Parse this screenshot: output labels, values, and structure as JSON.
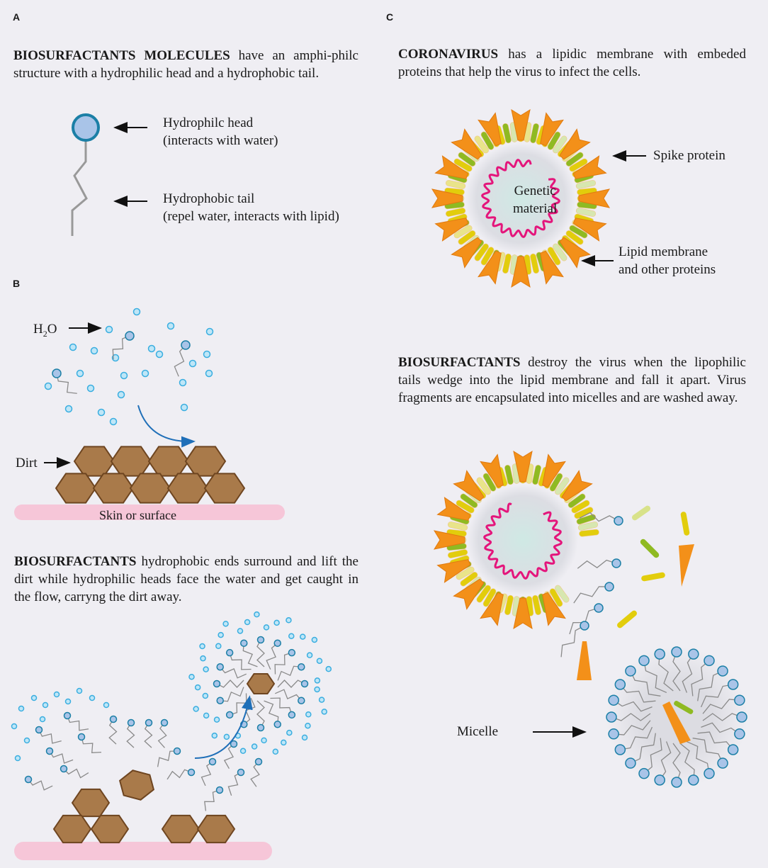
{
  "panels": {
    "a": "A",
    "b": "B",
    "c": "C"
  },
  "panel_a": {
    "bold": "BIOSURFACTANTS MOLECULES",
    "text": " have an amphi-philc structure with a hydrophilic head and a hydrophobic tail.",
    "head_label_1": "Hydrophilc head",
    "head_label_2": "(interacts with water)",
    "tail_label_1": "Hydrophobic tail",
    "tail_label_2": "(repel water, interacts with lipid)"
  },
  "panel_b": {
    "water_label": "H",
    "water_sub": "2",
    "water_o": "O",
    "dirt_label": "Dirt",
    "surface_label": "Skin or surface",
    "bold": "BIOSURFACTANTS",
    "text": " hydrophobic ends surround and lift the dirt while hydrophilic heads face the water and get caught in the flow, carryng the dirt away."
  },
  "panel_c": {
    "bold1": "CORONAVIRUS",
    "text1": " has a lipidic membrane with embeded proteins that help the virus to infect the cells.",
    "genetic_1": "Genetic",
    "genetic_2": "material",
    "spike_label": "Spike protein",
    "membrane_1": "Lipid membrane",
    "membrane_2": "and other proteins",
    "bold2": "BIOSURFACTANTS",
    "text2": " destroy the virus when the lipophilic tails wedge into the lipid membrane and fall it apart. Virus fragments are encapsulated into micelles and are washed away.",
    "micelle_label": "Micelle"
  },
  "colors": {
    "background": "#efeef3",
    "head_fill": "#a9c4e8",
    "head_stroke": "#1b7fa6",
    "water": "#3aaee0",
    "dirt": "#9a6a3a",
    "spike": "#f39019",
    "rna": "#e4157b",
    "membrane_yellow": "#e2cd0c",
    "membrane_green": "#8fba22",
    "skin": "#f6c6d8",
    "flow_arrow": "#1f6fb8"
  }
}
